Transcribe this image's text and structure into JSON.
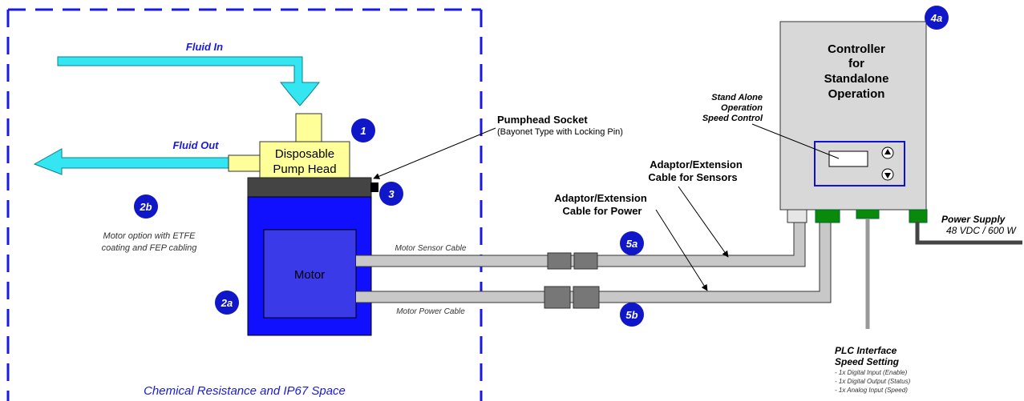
{
  "zone": {
    "label": "Chemical Resistance and IP67 Space"
  },
  "fluid": {
    "in_label": "Fluid In",
    "out_label": "Fluid Out"
  },
  "pump_head": {
    "line1": "Disposable",
    "line2": "Pump Head"
  },
  "motor": {
    "label": "Motor"
  },
  "motor_option": {
    "line1": "Motor option with ETFE",
    "line2": "coating and FEP cabling"
  },
  "socket": {
    "title": "Pumphead Socket",
    "subtitle": "(Bayonet Type with Locking Pin)"
  },
  "cables": {
    "sensor_label": "Motor Sensor Cable",
    "power_label": "Motor Power Cable",
    "adaptor_sensors_line1": "Adaptor/Extension",
    "adaptor_sensors_line2": "Cable for Sensors",
    "adaptor_power_line1": "Adaptor/Extension",
    "adaptor_power_line2": "Cable for Power"
  },
  "controller": {
    "line1": "Controller",
    "line2": "for",
    "line3": "Standalone",
    "line4": "Operation",
    "standalone_line1": "Stand Alone",
    "standalone_line2": "Operation",
    "standalone_line3": "Speed Control",
    "up_icon": "up-arrow-icon",
    "down_icon": "down-arrow-icon"
  },
  "power_supply": {
    "title": "Power Supply",
    "spec": "48 VDC / 600 W"
  },
  "plc": {
    "title1": "PLC Interface",
    "title2": "Speed Setting",
    "items": [
      "- 1x Digital Input (Enable)",
      "- 1x Digital Output (Status)",
      "- 1x Analog Input (Speed)"
    ]
  },
  "badges": {
    "b1": "1",
    "b2a": "2a",
    "b2b": "2b",
    "b3": "3",
    "b4a": "4a",
    "b5a": "5a",
    "b5b": "5b"
  },
  "colors": {
    "zone_border": "#1a1adc",
    "zone_text": "#1a1adc",
    "fluid": "#33e6f2",
    "pump_head": "#ffff99",
    "motor": "#1010ff",
    "motor_inner": "#3a3ae8",
    "socket": "#444444",
    "cable": "#c8c8c8",
    "connector": "#777777",
    "controller": "#d8d8d8",
    "green_port": "#0a8a0a",
    "badge": "#0f17c9"
  }
}
